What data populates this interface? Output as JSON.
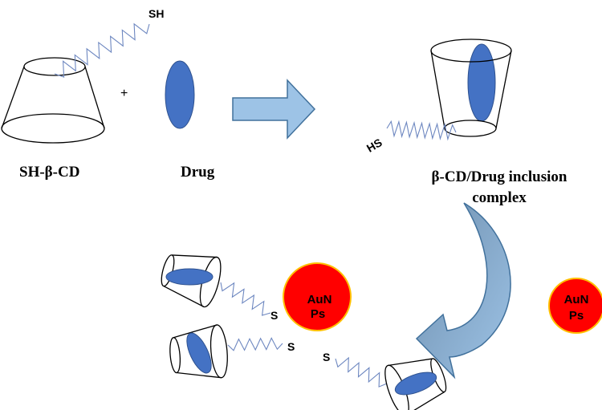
{
  "labels": {
    "sh_cd": "SH-β-CD",
    "drug": "Drug",
    "plus": "+",
    "complex_line1": "β-CD/Drug inclusion",
    "complex_line2": "complex",
    "sh_group": "SH",
    "hs_group": "HS",
    "sulfur": "S",
    "aunp_line1": "AuN",
    "aunp_line2": "Ps"
  },
  "colors": {
    "drug": "#4472C4",
    "arrow_fill": "#9DC3E6",
    "arrow_stroke": "#41719C",
    "gold_np": "#FF0000",
    "gold_np_border": "#FFC000"
  }
}
